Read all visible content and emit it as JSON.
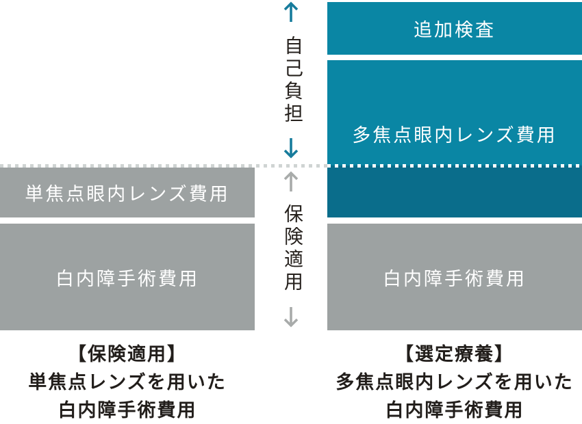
{
  "diagram": {
    "axis": {
      "self_pay_label": "自己負担",
      "insurance_label": "保険適用"
    },
    "left_column": {
      "blocks": {
        "monofocal_lens": "単焦点眼内レンズ費用",
        "surgery": "白内障手術費用"
      },
      "caption": [
        "【保険適用】",
        "単焦点レンズを用いた",
        "白内障手術費用"
      ]
    },
    "right_column": {
      "blocks": {
        "additional_exam": "追加検査",
        "multifocal_lens": "多焦点眼内レンズ費用",
        "surgery": "白内障手術費用"
      },
      "caption": [
        "【選定療養】",
        "多焦点眼内レンズを用いた",
        "白内障手術費用"
      ]
    },
    "colors": {
      "teal_block": "#0a86a4",
      "teal_block_dark": "#0a6d8b",
      "gray_block": "#9da2a2",
      "arrow_teal": "#177c9c",
      "arrow_gray": "#a8abaa",
      "dash_gray": "#cfd4d3",
      "dash_white": "#ffffff",
      "text_dark": "#221e1b",
      "block_text": "#ffffff"
    }
  }
}
